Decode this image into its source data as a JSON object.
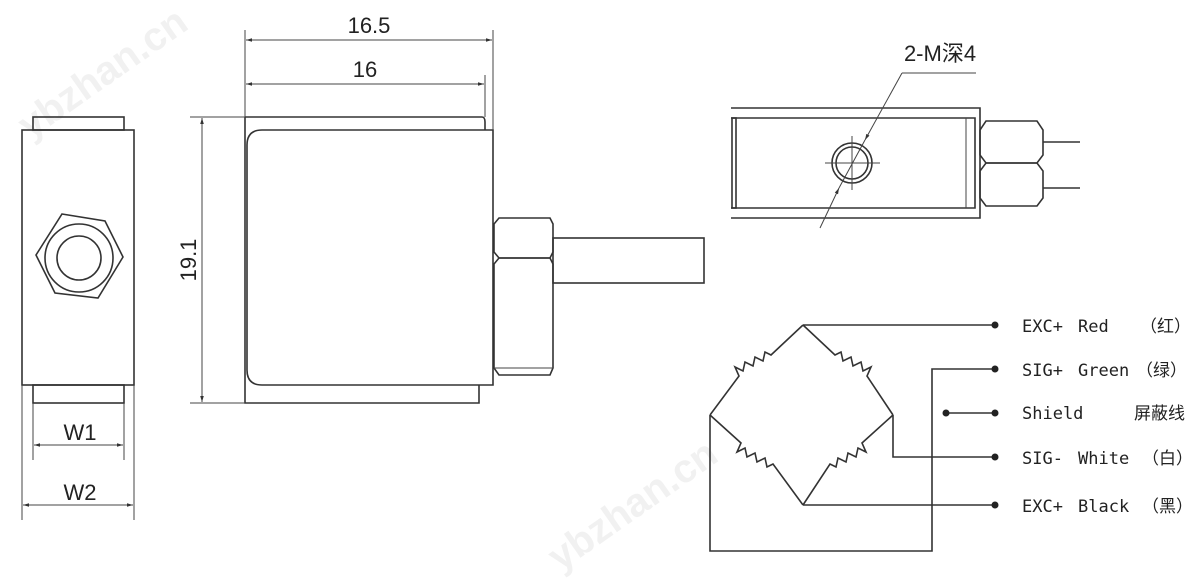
{
  "watermark": "ybzhan.cn",
  "side_view": {
    "w1_label": "W1",
    "w2_label": "W2"
  },
  "front_view": {
    "width_outer": "16.5",
    "width_inner": "16",
    "height": "19.1"
  },
  "top_view": {
    "thread_note": "2-M深4"
  },
  "wiring": {
    "wires": [
      {
        "signal": "EXC+",
        "color": "Red",
        "cn": "（红）"
      },
      {
        "signal": "SIG+",
        "color": "Green",
        "cn": "（绿）"
      },
      {
        "signal": "Shield",
        "color": "",
        "cn": "屏蔽线"
      },
      {
        "signal": "SIG-",
        "color": "White",
        "cn": "（白）"
      },
      {
        "signal": "EXC+",
        "color": "Black",
        "cn": "（黑）"
      }
    ]
  }
}
